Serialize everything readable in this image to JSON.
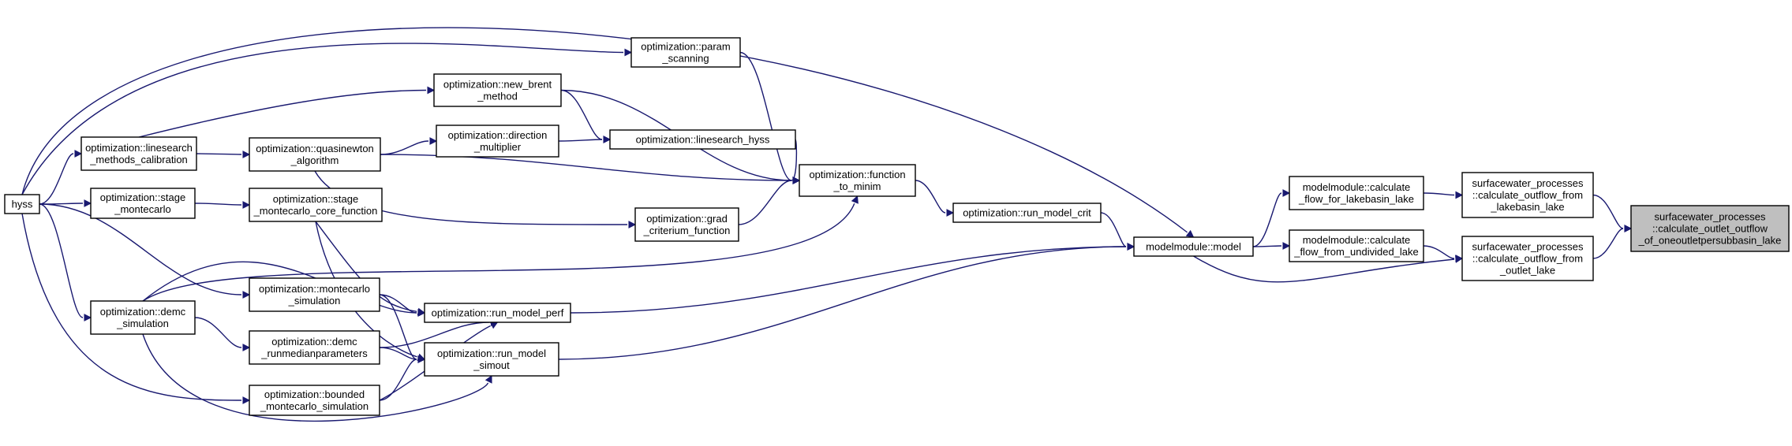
{
  "diagram": {
    "type": "call-graph",
    "colors": {
      "edge": "#191970",
      "node_fill": "#ffffff",
      "focus_fill": "#bfbfbf",
      "border": "#000000"
    },
    "nodes": [
      {
        "id": "hyss",
        "lines": [
          "hyss"
        ]
      },
      {
        "id": "linesearch_methods_calibration",
        "lines": [
          "optimization::linesearch",
          "_methods_calibration"
        ]
      },
      {
        "id": "stage_montecarlo",
        "lines": [
          "optimization::stage",
          "_montecarlo"
        ]
      },
      {
        "id": "demc_simulation",
        "lines": [
          "optimization::demc",
          "_simulation"
        ]
      },
      {
        "id": "param_scanning",
        "lines": [
          "optimization::param",
          "_scanning"
        ]
      },
      {
        "id": "new_brent_method",
        "lines": [
          "optimization::new_brent",
          "_method"
        ]
      },
      {
        "id": "quasinewton_algorithm",
        "lines": [
          "optimization::quasinewton",
          "_algorithm"
        ]
      },
      {
        "id": "direction_multiplier",
        "lines": [
          "optimization::direction",
          "_multiplier"
        ]
      },
      {
        "id": "linesearch_hyss",
        "lines": [
          "optimization::linesearch_hyss"
        ]
      },
      {
        "id": "stage_montecarlo_core_function",
        "lines": [
          "optimization::stage",
          "_montecarlo_core_function"
        ]
      },
      {
        "id": "grad_criterium_function",
        "lines": [
          "optimization::grad",
          "_criterium_function"
        ]
      },
      {
        "id": "function_to_minim",
        "lines": [
          "optimization::function",
          "_to_minim"
        ]
      },
      {
        "id": "montecarlo_simulation",
        "lines": [
          "optimization::montecarlo",
          "_simulation"
        ]
      },
      {
        "id": "demc_runmedianparameters",
        "lines": [
          "optimization::demc",
          "_runmedianparameters"
        ]
      },
      {
        "id": "bounded_montecarlo_simulation",
        "lines": [
          "optimization::bounded",
          "_montecarlo_simulation"
        ]
      },
      {
        "id": "run_model_perf",
        "lines": [
          "optimization::run_model_perf"
        ]
      },
      {
        "id": "run_model_simout",
        "lines": [
          "optimization::run_model",
          "_simout"
        ]
      },
      {
        "id": "run_model_crit",
        "lines": [
          "optimization::run_model_crit"
        ]
      },
      {
        "id": "model",
        "lines": [
          "modelmodule::model"
        ]
      },
      {
        "id": "calculate_flow_for_lakebasin_lake",
        "lines": [
          "modelmodule::calculate",
          "_flow_for_lakebasin_lake"
        ]
      },
      {
        "id": "calculate_flow_from_undivided_lake",
        "lines": [
          "modelmodule::calculate",
          "_flow_from_undivided_lake"
        ]
      },
      {
        "id": "calculate_outflow_from_lakebasin_lake",
        "lines": [
          "surfacewater_processes",
          "::calculate_outflow_from",
          "_lakebasin_lake"
        ]
      },
      {
        "id": "calculate_outflow_from_outlet_lake",
        "lines": [
          "surfacewater_processes",
          "::calculate_outflow_from",
          "_outlet_lake"
        ]
      },
      {
        "id": "calculate_outlet_outflow_of_oneoutletpersubbasin_lake",
        "lines": [
          "surfacewater_processes",
          "::calculate_outlet_outflow",
          "_of_oneoutletpersubbasin_lake"
        ],
        "focus": true
      }
    ],
    "edges": [
      [
        "calculate_outflow_from_lakebasin_lake",
        "calculate_outlet_outflow_of_oneoutletpersubbasin_lake"
      ],
      [
        "calculate_outflow_from_outlet_lake",
        "calculate_outlet_outflow_of_oneoutletpersubbasin_lake"
      ],
      [
        "calculate_flow_for_lakebasin_lake",
        "calculate_outflow_from_lakebasin_lake"
      ],
      [
        "calculate_flow_from_undivided_lake",
        "calculate_outflow_from_outlet_lake"
      ],
      [
        "model",
        "calculate_outflow_from_outlet_lake"
      ],
      [
        "model",
        "calculate_flow_for_lakebasin_lake"
      ],
      [
        "model",
        "calculate_flow_from_undivided_lake"
      ],
      [
        "hyss",
        "model"
      ],
      [
        "run_model_crit",
        "model"
      ],
      [
        "run_model_perf",
        "model"
      ],
      [
        "run_model_simout",
        "model"
      ],
      [
        "function_to_minim",
        "run_model_crit"
      ],
      [
        "param_scanning",
        "function_to_minim"
      ],
      [
        "new_brent_method",
        "function_to_minim"
      ],
      [
        "linesearch_hyss",
        "function_to_minim"
      ],
      [
        "quasinewton_algorithm",
        "function_to_minim"
      ],
      [
        "grad_criterium_function",
        "function_to_minim"
      ],
      [
        "demc_simulation",
        "function_to_minim"
      ],
      [
        "new_brent_method",
        "linesearch_hyss"
      ],
      [
        "direction_multiplier",
        "linesearch_hyss"
      ],
      [
        "quasinewton_algorithm",
        "direction_multiplier"
      ],
      [
        "quasinewton_algorithm",
        "grad_criterium_function"
      ],
      [
        "linesearch_methods_calibration",
        "new_brent_method"
      ],
      [
        "linesearch_methods_calibration",
        "quasinewton_algorithm"
      ],
      [
        "hyss",
        "param_scanning"
      ],
      [
        "hyss",
        "linesearch_methods_calibration"
      ],
      [
        "hyss",
        "stage_montecarlo"
      ],
      [
        "hyss",
        "demc_simulation"
      ],
      [
        "hyss",
        "montecarlo_simulation"
      ],
      [
        "hyss",
        "bounded_montecarlo_simulation"
      ],
      [
        "stage_montecarlo",
        "stage_montecarlo_core_function"
      ],
      [
        "stage_montecarlo_core_function",
        "run_model_perf"
      ],
      [
        "stage_montecarlo_core_function",
        "run_model_simout"
      ],
      [
        "montecarlo_simulation",
        "run_model_perf"
      ],
      [
        "montecarlo_simulation",
        "run_model_simout"
      ],
      [
        "demc_simulation",
        "demc_runmedianparameters"
      ],
      [
        "demc_simulation",
        "run_model_perf"
      ],
      [
        "demc_runmedianparameters",
        "run_model_perf"
      ],
      [
        "demc_runmedianparameters",
        "run_model_simout"
      ],
      [
        "bounded_montecarlo_simulation",
        "run_model_perf"
      ],
      [
        "bounded_montecarlo_simulation",
        "run_model_simout"
      ],
      [
        "demc_simulation",
        "run_model_simout"
      ]
    ]
  }
}
